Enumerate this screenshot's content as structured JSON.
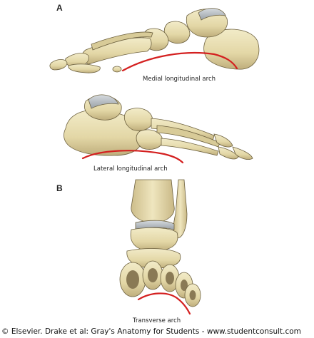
{
  "panels": {
    "a_letter": "A",
    "b_letter": "B"
  },
  "labels": {
    "medial_arch": "Medial longitudinal arch",
    "lateral_arch": "Lateral longitudinal arch",
    "transverse_arch": "Transverse arch"
  },
  "footer": {
    "copyright": "© Elsevier. Drake et al: Gray's Anatomy for Students - www.studentconsult.com"
  },
  "colors": {
    "bone": "#e8dfb4",
    "bone_shadow": "#b9a878",
    "bone_outline": "#6e6240",
    "cartilage": "#b8bec3",
    "arch_line": "#d42020",
    "marrow": "#8a7a55"
  }
}
